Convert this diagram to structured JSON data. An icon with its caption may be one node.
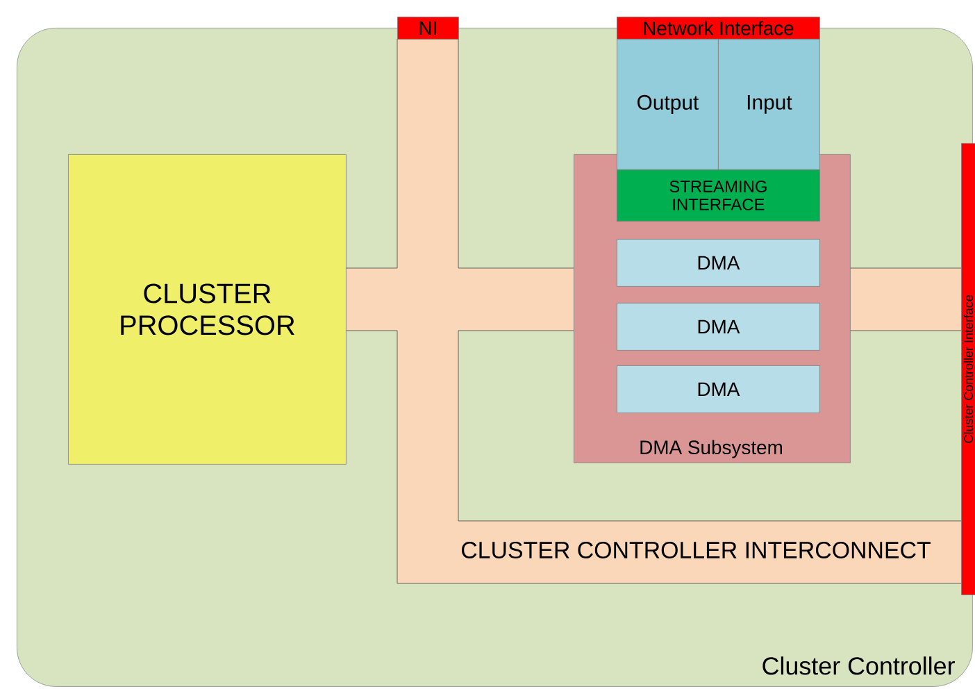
{
  "diagram": {
    "nodes": [
      {
        "text": [
          "Cluster Controller"
        ]
      },
      {
        "text": [
          "CLUSTER PROCESSOR"
        ],
        "in": 0
      },
      {
        "text": [
          "NI"
        ]
      },
      {
        "text": [
          "Network Interface"
        ]
      },
      {
        "text": [
          "Output"
        ],
        "in": 0
      },
      {
        "text": [
          "Input"
        ],
        "in": 0
      },
      {
        "text": [
          "STREAMING INTERFACE"
        ],
        "in": 7
      },
      {
        "text": [
          "DMA Subsystem"
        ],
        "in": 0
      },
      {
        "text": [
          "DMA"
        ],
        "in": 7
      },
      {
        "text": [
          "DMA"
        ],
        "in": 7
      },
      {
        "text": [
          "DMA"
        ],
        "in": 7
      },
      {
        "text": [
          "CLUSTER CONTROLLER INTERCONNECT"
        ],
        "in": 0
      },
      {
        "text": [
          "Cluster Controller Interface"
        ]
      }
    ]
  }
}
